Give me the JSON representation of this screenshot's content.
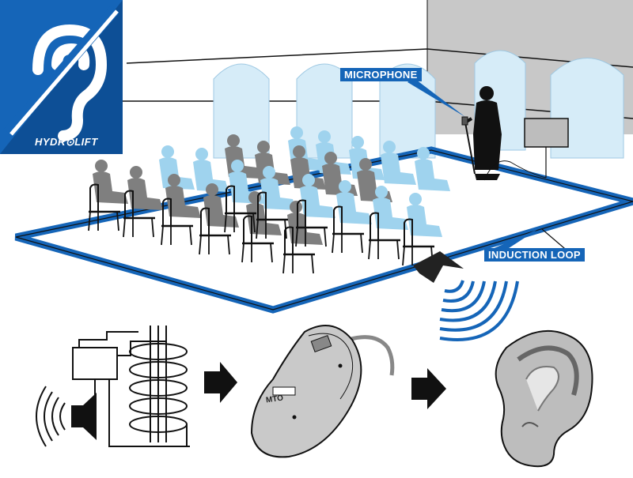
{
  "brand": {
    "logo_text": "HYDR⊙LIFT",
    "logo_icon": "hearing-loop-ear-icon"
  },
  "labels": {
    "microphone": "MICROPHONE",
    "induction_loop": "INDUCTION LOOP",
    "hearing_aid_switch": "MTO"
  },
  "colors": {
    "accent": "#1565b8",
    "audience_blue": "#9fd3ee",
    "audience_grey": "#7f7f7f",
    "window_blue": "#d6ecf8",
    "wall_grey": "#c8c8c8"
  },
  "icons": [
    "hearing-loop-ear-icon",
    "speaker-icon",
    "induction-coil-icon",
    "arrow-right-icon",
    "hearing-aid-icon",
    "ear-icon",
    "microphone-icon",
    "amplifier-box-icon"
  ]
}
